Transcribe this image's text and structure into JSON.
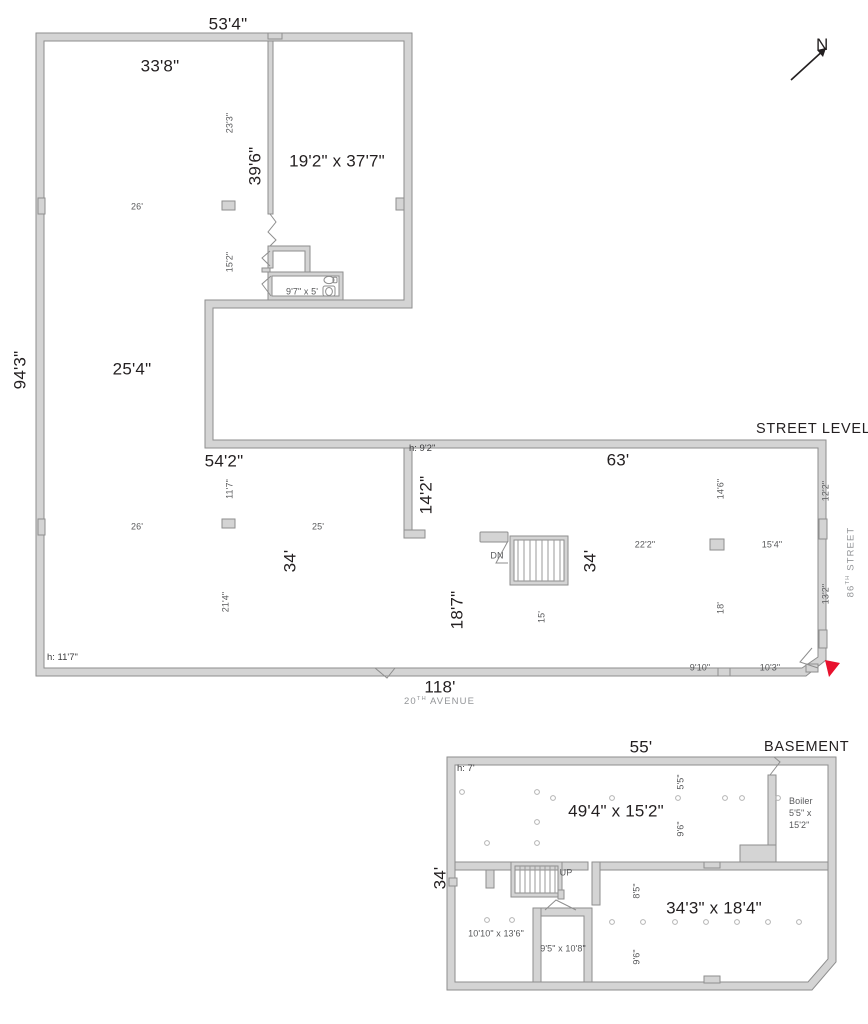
{
  "sheet": {
    "north_label": "N",
    "plans": [
      {
        "id": "street",
        "title": "STREET LEVEL"
      },
      {
        "id": "basement",
        "title": "BASEMENT"
      }
    ],
    "streets": [
      {
        "name": "86",
        "suffix": "TH",
        "word": "STREET",
        "full": "86TH STREET"
      },
      {
        "name": "20",
        "suffix": "TH",
        "word": "AVENUE",
        "full": "20TH AVENUE"
      }
    ]
  },
  "street_level": {
    "title": "STREET LEVEL",
    "overall_dims": {
      "top_width": "53'4\"",
      "left_height": "94'3\"",
      "bottom_width": "118'",
      "upper_room_width": "33'8\"",
      "mid_width": "25'4\"",
      "lower_left_width": "54'2\"",
      "right_width": "63'"
    },
    "rooms": [
      {
        "name": "upper-right-room",
        "dim": "19'2\" x 37'7\""
      },
      {
        "name": "bathroom",
        "dim": "9'7\" x 5'"
      }
    ],
    "ceiling_heights": [
      {
        "name": "lower-left-height",
        "value": "h: 11'7\""
      },
      {
        "name": "right-wing-height",
        "value": "h: 9'2\""
      }
    ],
    "stair_label": "DN",
    "annotations": [
      {
        "name": "dim-23-3",
        "value": "23'3\"",
        "orient": "vertical"
      },
      {
        "name": "dim-39-6",
        "value": "39'6\"",
        "orient": "vertical"
      },
      {
        "name": "dim-15-2",
        "value": "15'2\"",
        "orient": "vertical"
      },
      {
        "name": "dim-26-upper",
        "value": "26'",
        "orient": "horizontal"
      },
      {
        "name": "dim-26-lower",
        "value": "26'",
        "orient": "horizontal"
      },
      {
        "name": "dim-11-7",
        "value": "11'7\"",
        "orient": "vertical"
      },
      {
        "name": "dim-25",
        "value": "25'",
        "orient": "horizontal"
      },
      {
        "name": "dim-34-left",
        "value": "34'",
        "orient": "vertical"
      },
      {
        "name": "dim-21-4",
        "value": "21'4\"",
        "orient": "vertical"
      },
      {
        "name": "dim-14-2",
        "value": "14'2\"",
        "orient": "vertical"
      },
      {
        "name": "dim-18-7",
        "value": "18'7\"",
        "orient": "vertical"
      },
      {
        "name": "dim-15",
        "value": "15'",
        "orient": "vertical"
      },
      {
        "name": "dim-22-2",
        "value": "22'2\"",
        "orient": "horizontal"
      },
      {
        "name": "dim-34-right",
        "value": "34'",
        "orient": "vertical"
      },
      {
        "name": "dim-14-6",
        "value": "14'6\"",
        "orient": "vertical"
      },
      {
        "name": "dim-18",
        "value": "18'",
        "orient": "vertical"
      },
      {
        "name": "dim-15-4",
        "value": "15'4\"",
        "orient": "horizontal"
      },
      {
        "name": "dim-12-2",
        "value": "12'2\"",
        "orient": "vertical"
      },
      {
        "name": "dim-13-2",
        "value": "13'2\"",
        "orient": "vertical"
      },
      {
        "name": "dim-9-10",
        "value": "9'10\"",
        "orient": "horizontal"
      },
      {
        "name": "dim-10-3",
        "value": "10'3\"",
        "orient": "horizontal"
      }
    ]
  },
  "basement": {
    "title": "BASEMENT",
    "overall_dims": {
      "top_width": "55'",
      "left_height": "34'"
    },
    "ceiling_height": "h: 7'",
    "stair_label": "UP",
    "rooms": [
      {
        "name": "basement-main-room",
        "dim": "49'4\" x 15'2\""
      },
      {
        "name": "basement-lower-room",
        "dim": "34'3\" x 18'4\""
      },
      {
        "name": "basement-left-room",
        "dim": "10'10\" x 13'6\""
      },
      {
        "name": "basement-small-room",
        "dim": "9'5\" x 10'8\""
      },
      {
        "name": "boiler-room",
        "label": "Boiler",
        "dim_line_1": "5'5\" x",
        "dim_line_2": "15'2\""
      }
    ],
    "annotations": [
      {
        "name": "dim-5-5",
        "value": "5'5\"",
        "orient": "vertical"
      },
      {
        "name": "dim-9-6-upper",
        "value": "9'6\"",
        "orient": "vertical"
      },
      {
        "name": "dim-8-5",
        "value": "8'5\"",
        "orient": "vertical"
      },
      {
        "name": "dim-9-6-lower",
        "value": "9'6\"",
        "orient": "vertical"
      }
    ]
  },
  "colors": {
    "wall_fill": "#d4d4d4",
    "wall_stroke": "#8e8e8e",
    "text": "#231f20",
    "text_muted": "#58595b",
    "street_text": "#939598",
    "accent_marker": "#e8112d",
    "column_stroke": "#b3b3b3"
  }
}
